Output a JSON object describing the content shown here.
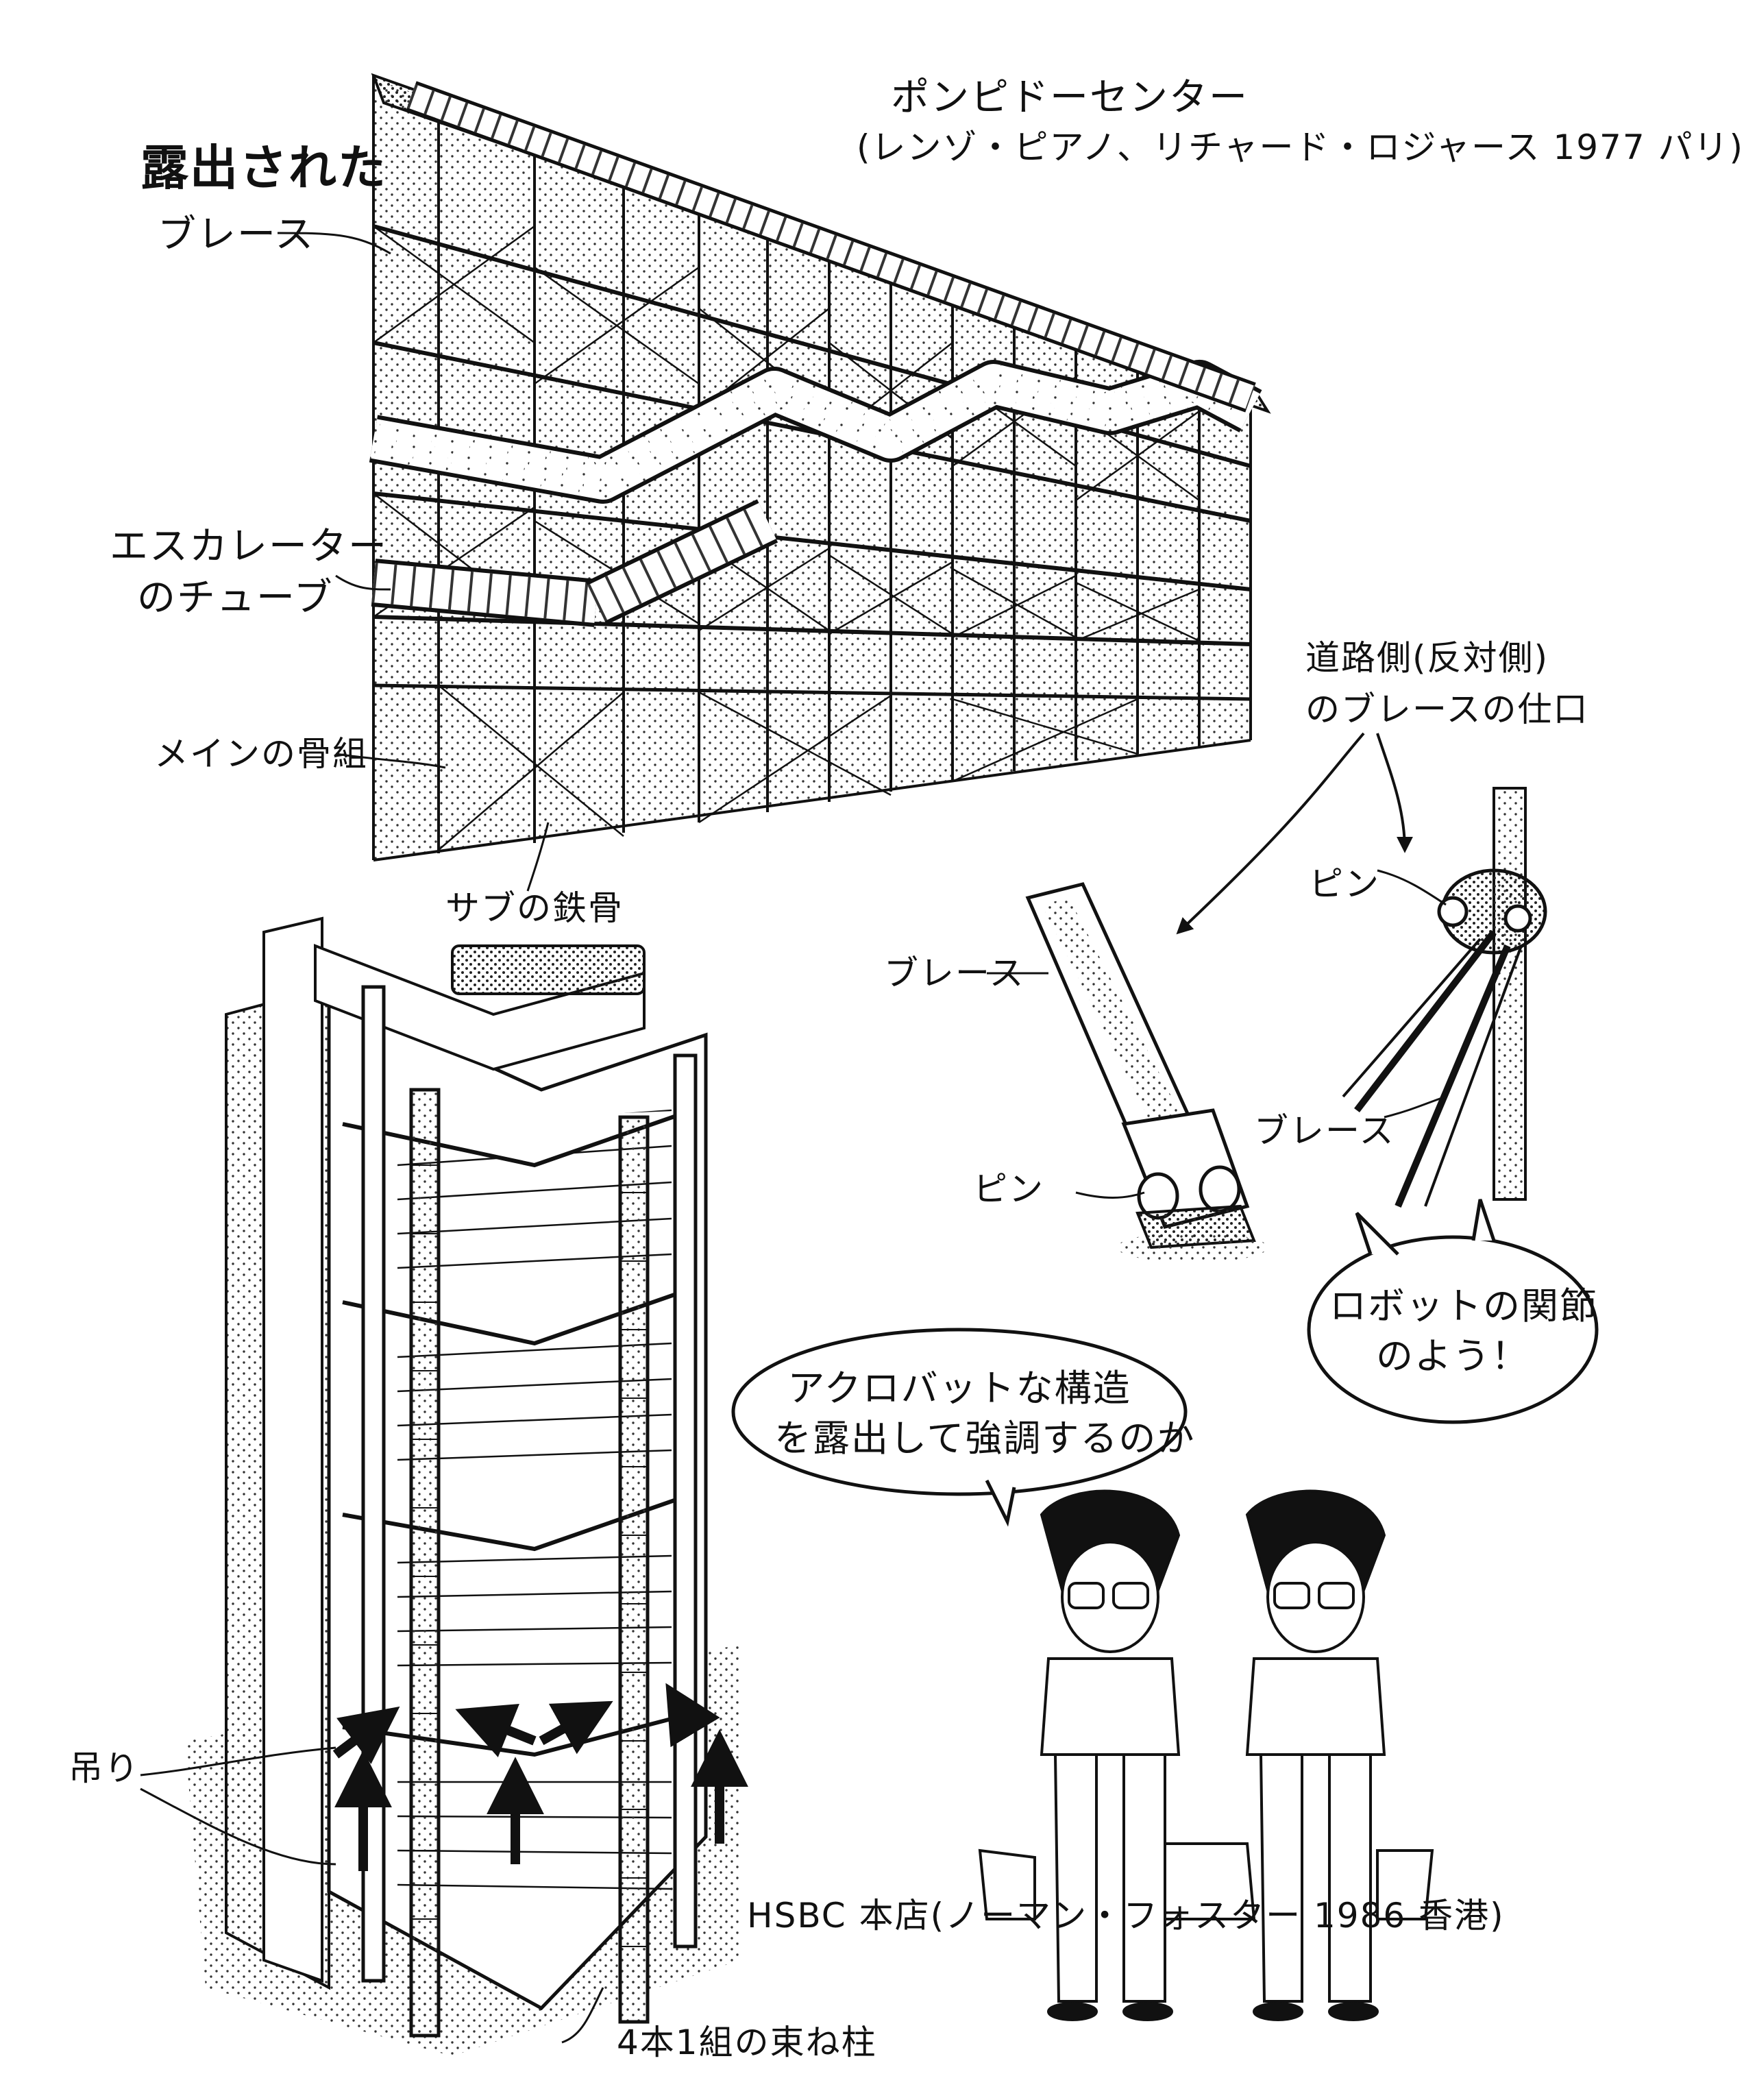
{
  "pompidou": {
    "title": "ポンピドーセンター",
    "credit": "(レンゾ・ピアノ、リチャード・ロジャース 1977 パリ)",
    "label_exposed_brace_1": "露出された",
    "label_exposed_brace_2": "ブレース",
    "label_escalator_1": "エスカレーター",
    "label_escalator_2": "のチューブ",
    "label_main_frame": "メインの骨組",
    "label_sub_steel": "サブの鉄骨"
  },
  "detail": {
    "heading_1": "道路側(反対側)",
    "heading_2": "のブレースの仕口",
    "pin_top": "ピン",
    "pin_bottom": "ピン",
    "brace_left": "ブレース",
    "brace_right": "ブレース",
    "bubble_1": "ロボットの関節",
    "bubble_2": "のよう！"
  },
  "speech": {
    "line_1": "アクロバットな構造",
    "line_2": "を露出して強調するのか"
  },
  "hsbc": {
    "caption": "HSBC 本店(ノーマン・フォスター 1986 香港)",
    "label_hang": "吊り",
    "label_columns": "4本1組の束ね柱"
  },
  "colors": {
    "ink": "#111111",
    "screen": "#9a9a9a",
    "paper": "#ffffff"
  },
  "icons": [
    "pompidou-facade-icon",
    "hsbc-tower-icon",
    "brace-joint-icon",
    "architect-characters-icon",
    "up-arrow-icon"
  ]
}
